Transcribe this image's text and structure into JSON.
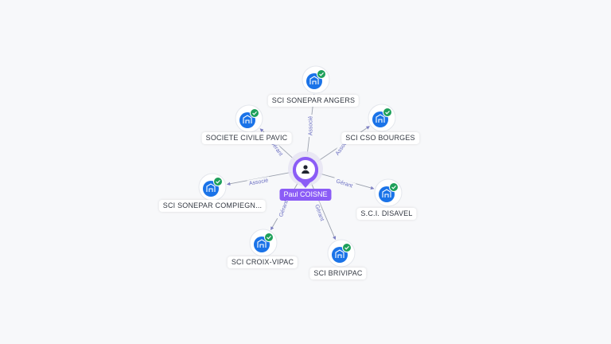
{
  "center": {
    "name": "Paul COISNE",
    "icon": "person-icon",
    "color": "#8b5cf6"
  },
  "companies": [
    {
      "name": "SCI SONEPAR ANGERS",
      "relation": "Associé"
    },
    {
      "name": "SOCIETE CIVILE PAVIC",
      "relation": "Gérant"
    },
    {
      "name": "SCI CSO BOURGES",
      "relation": "Associé"
    },
    {
      "name": "SCI SONEPAR COMPIEGN...",
      "relation": "Associé"
    },
    {
      "name": "S.C.I. DISAVEL",
      "relation": "Gérant"
    },
    {
      "name": "SCI CROIX-VIPAC",
      "relation": "Gérant"
    },
    {
      "name": "SCI BRIVIPAC",
      "relation": "Gérant"
    }
  ],
  "colors": {
    "company_icon": "#1a73e8",
    "check_badge": "#1ea05a",
    "edge": "#9aa0ad",
    "edge_label": "#6b6fc2"
  }
}
